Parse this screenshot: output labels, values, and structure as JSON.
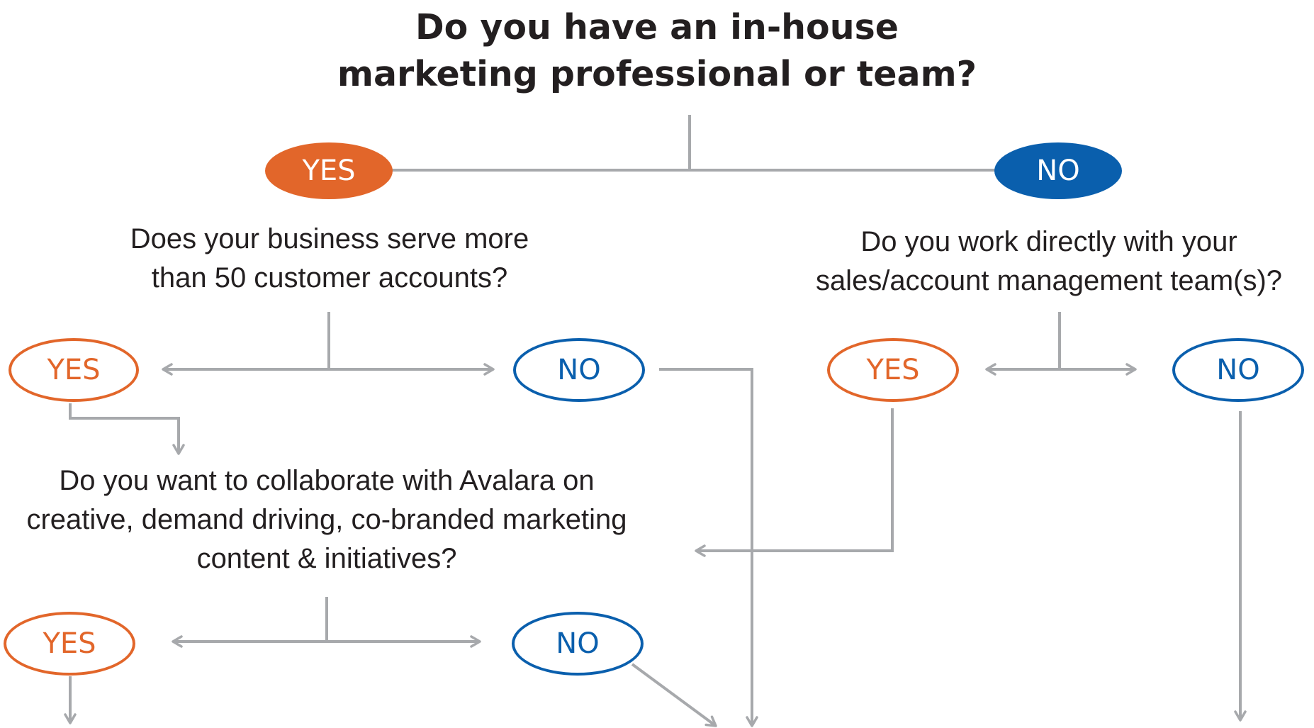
{
  "title": {
    "line1": "Do you have an in-house",
    "line2": "marketing professional or team?"
  },
  "questions": {
    "customer_accounts": {
      "line1": "Does your business serve more",
      "line2": "than 50 customer accounts?"
    },
    "sales_team": {
      "line1": "Do you work directly with your",
      "line2": "sales/account management team(s)?"
    },
    "collaborate": {
      "line1": "Do you want to collaborate with Avalara on",
      "line2": "creative, demand driving, co-branded marketing",
      "line3": "content & initiatives?"
    }
  },
  "nodes": {
    "top_yes": "YES",
    "top_no": "NO",
    "accounts_yes": "YES",
    "accounts_no": "NO",
    "sales_yes": "YES",
    "sales_no": "NO",
    "collab_yes": "YES",
    "collab_no": "NO"
  },
  "colors": {
    "yes": "#e2662a",
    "no": "#0a5fad",
    "connector": "#a7a9ac",
    "text": "#231f20"
  }
}
